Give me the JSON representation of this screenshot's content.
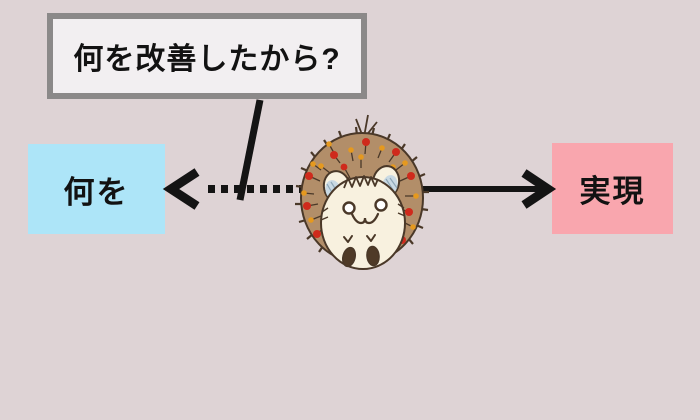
{
  "diagram": {
    "background_color": "#ded3d5",
    "callout": {
      "text": "何を改善したから?",
      "fill": "#f2eff1",
      "border_color": "#8b8989"
    },
    "left_box": {
      "label": "何を",
      "fill": "#ade5f8"
    },
    "right_box": {
      "label": "実現",
      "fill": "#f9a6ae"
    },
    "connector_color": "#141414",
    "hedgehog": {
      "alt": "hedgehog-illustration",
      "body_color": "#b28e69",
      "outline_color": "#4a3828",
      "face_color": "#f8f1df",
      "ear_inner_color": "#c9d9e3",
      "ear_hatch_color": "#8fa8b8",
      "eye_fill": "#ffffff",
      "foot_color": "#4f3a27",
      "spine_red": "#cf2a1c",
      "spine_orange": "#e5991f"
    }
  }
}
